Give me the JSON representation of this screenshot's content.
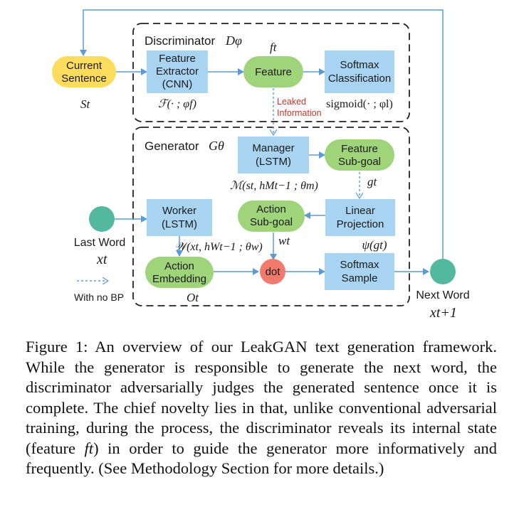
{
  "colors": {
    "blue_box": "#a8d4f2",
    "green_pill": "#a0d47a",
    "yellow_pill": "#fcdc5c",
    "teal_circle": "#52b89e",
    "red_circle": "#f07a6c",
    "arrow": "#5b9bd5",
    "leak_text": "#c0392b"
  },
  "discriminator": {
    "title": "Discriminator",
    "symbol": "Dφ",
    "feature_extractor": [
      "Feature",
      "Extractor",
      "(CNN)"
    ],
    "feature_extractor_formula": "ℱ(· ; φf)",
    "feature": "Feature",
    "feature_symbol": "ft",
    "softmax": [
      "Softmax",
      "Classification"
    ],
    "softmax_formula": "sigmoid(· ; φl)"
  },
  "current_sentence": {
    "label": [
      "Current",
      "Sentence"
    ],
    "symbol": "St"
  },
  "leak": {
    "text": [
      "Leaked",
      "Information"
    ]
  },
  "generator": {
    "title": "Generator",
    "symbol": "Gθ",
    "manager": [
      "Manager",
      "(LSTM)"
    ],
    "manager_formula": "ℳ(st, hMt−1 ; θm)",
    "feature_subgoal": [
      "Feature",
      "Sub-goal"
    ],
    "feature_subgoal_symbol": "gt",
    "linear_projection": [
      "Linear",
      "Projection"
    ],
    "linear_projection_formula": "ψ(gt)",
    "action_subgoal": [
      "Action",
      "Sub-goal"
    ],
    "action_subgoal_symbol": "wt",
    "worker": [
      "Worker",
      "(LSTM)"
    ],
    "worker_formula": "𝒲(xt, hWt−1 ; θw)",
    "action_embedding": [
      "Action",
      "Embedding"
    ],
    "action_embedding_symbol": "Ot",
    "dot": "dot",
    "softmax_sample": [
      "Softmax",
      "Sample"
    ]
  },
  "last_word": {
    "label": "Last Word",
    "symbol": "xt"
  },
  "next_word": {
    "label": "Next Word",
    "symbol": "xt+1"
  },
  "legend": {
    "no_bp": "With no BP"
  },
  "caption": {
    "prefix": "Figure 1: An overview of our LeakGAN text generation framework. While the generator is responsible to generate the next word, the discriminator adversarially judges the generated sentence once it is complete. The chief novelty lies in that, unlike conventional adversarial training, during the process, the discriminator reveals its internal state (feature ",
    "feature_symbol": "ft",
    "suffix": ") in order to guide the generator more informatively and frequently. (See Methodology Section for more details.)"
  }
}
